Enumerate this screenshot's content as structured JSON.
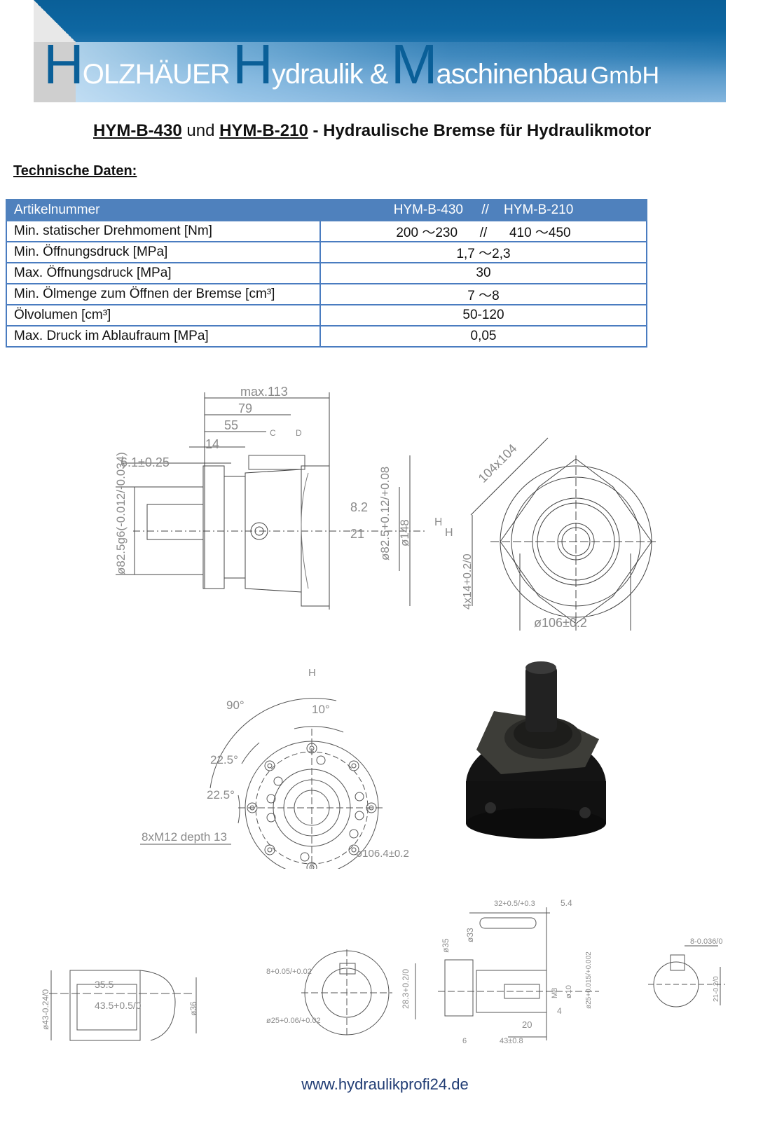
{
  "banner": {
    "company_parts": [
      {
        "cap": "H",
        "rest": "OLZHÄUER"
      },
      {
        "cap": "H",
        "rest": "ydraulik &"
      },
      {
        "cap": "M",
        "rest": "aschinenbau"
      }
    ],
    "suffix": "GmbH",
    "colors": {
      "primary": "#0a5f98",
      "light": "#84b6de",
      "grey": "#cfcfcf"
    }
  },
  "headline": {
    "model_a": "HYM-B-430",
    "conjunction": "und",
    "model_b": "HYM-B-210",
    "description": "- Hydraulische Bremse für Hydraulikmotor"
  },
  "section_title": "Technische Daten:",
  "spec_table": {
    "header": {
      "label": "Artikelnummer",
      "value_a": "HYM-B-430",
      "separator": "//",
      "value_b": "HYM-B-210"
    },
    "rows": [
      {
        "label": "Min. statischer Drehmoment [Nm]",
        "value": "200 ～230      //      410 ～450"
      },
      {
        "label": "Min. Öffnungsdruck [MPa]",
        "value": "1,7 ～2,3"
      },
      {
        "label": "Max. Öffnungsdruck [MPa]",
        "value": "30"
      },
      {
        "label": "Min. Ölmenge zum Öffnen der Bremse [cm³]",
        "value": "7 ～8"
      },
      {
        "label": "Ölvolumen [cm³]",
        "value": "50-120"
      },
      {
        "label": "Max. Druck im Ablaufraum [MPa]",
        "value": "0,05"
      }
    ],
    "colors": {
      "header_bg": "#4f81bd",
      "border": "#4a7cc0"
    }
  },
  "drawings": {
    "side_view": {
      "dims": [
        "max.113",
        "79",
        "55",
        "14",
        "6.1±0.25",
        "C",
        "D",
        "ø82.5g6(-0.012/-0.034)",
        "8.2",
        "21",
        "ø82.5+0.12/+0.08",
        "ø148",
        "H"
      ]
    },
    "front_view": {
      "dims": [
        "104x104",
        "H",
        "4x14+0.2/0",
        "ø106±0.2"
      ]
    },
    "bolt_pattern": {
      "dims": [
        "H",
        "90°",
        "10°",
        "22.5°",
        "22.5°",
        "8xM12 depth 13",
        "ø106.4±0.2"
      ]
    },
    "photo": {
      "caption": "product-photo"
    },
    "detail_hub": {
      "dims": [
        "ø43-0.24/0",
        "35.5",
        "43.5+0.5/0",
        "ø36"
      ]
    },
    "detail_bore": {
      "dims": [
        "8+0.05/+0.02",
        "28.3+0.2/0",
        "ø25+0.06/+0.02"
      ]
    },
    "detail_shaft": {
      "dims": [
        "32+0.5/+0.3",
        "5.4",
        "ø35",
        "ø33",
        "M8",
        "ø10",
        "ø25+0.015/+0.002",
        "4",
        "20",
        "6",
        "43±0.8"
      ]
    },
    "detail_key": {
      "dims": [
        "8-0.036/0",
        "21-0.2/0"
      ]
    }
  },
  "footer": {
    "url": "www.hydraulikprofi24.de"
  }
}
